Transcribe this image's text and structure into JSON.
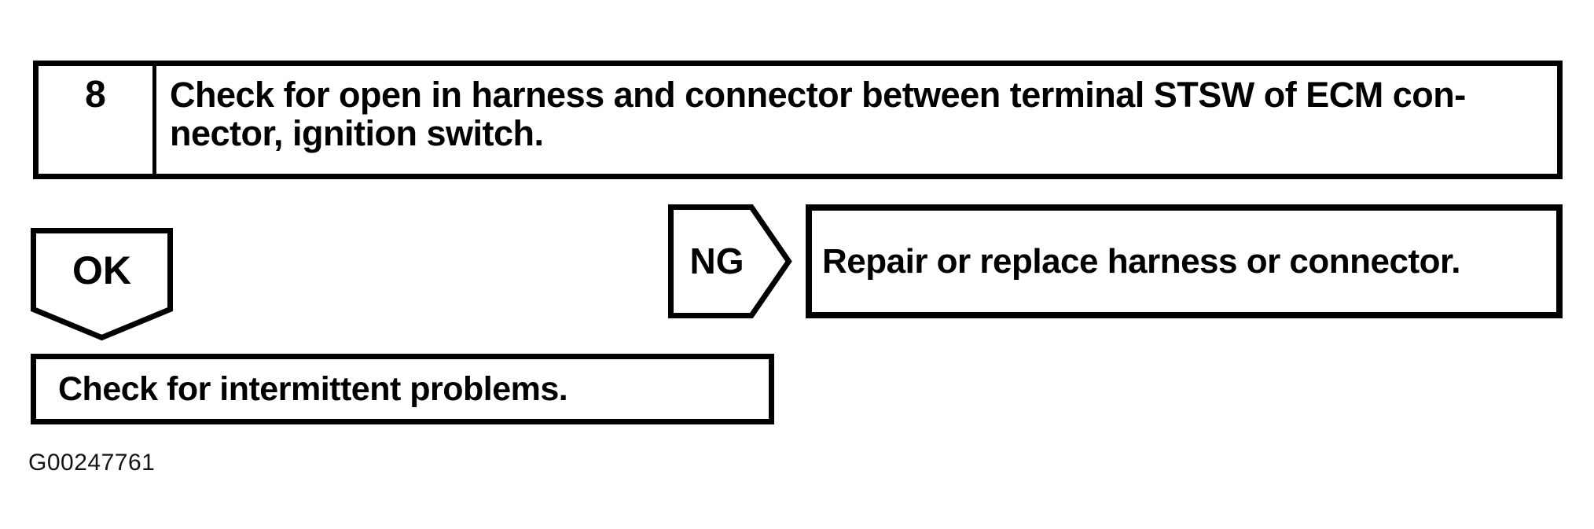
{
  "colors": {
    "ink": "#000000",
    "paper": "#ffffff"
  },
  "step_row": {
    "number": "8",
    "instruction_line1": "Check for open in harness and connector between terminal STSW of ECM con-",
    "instruction_line2": "nector, ignition switch."
  },
  "ok_branch": {
    "connector_label": "OK",
    "result_text": "Check for intermittent problems."
  },
  "ng_branch": {
    "connector_label": "NG",
    "result_text": "Repair or replace harness or connector."
  },
  "figure_id": "G00247761"
}
